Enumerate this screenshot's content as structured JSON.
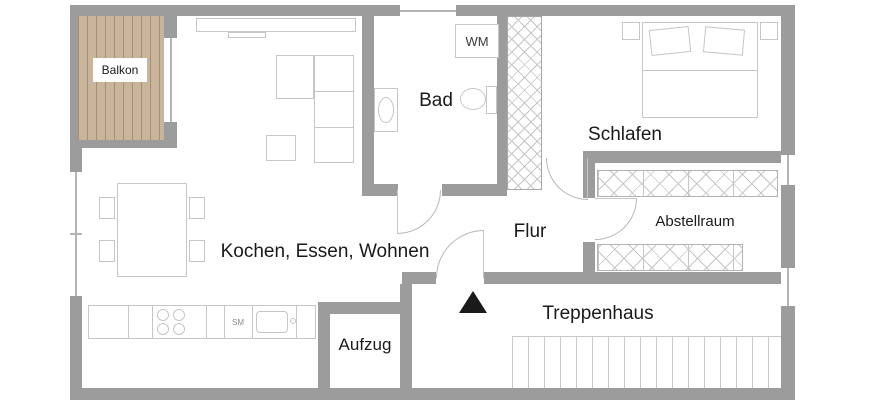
{
  "rooms": {
    "balkon": "Balkon",
    "wohnen": "Kochen, Essen, Wohnen",
    "bad": "Bad",
    "schlafen": "Schlafen",
    "abstellraum": "Abstellraum",
    "flur": "Flur",
    "aufzug": "Aufzug",
    "treppenhaus": "Treppenhaus"
  },
  "appliances": {
    "washing_machine": "WM",
    "dishwasher": "SM"
  },
  "colors": {
    "wall": "#9c9c9c",
    "furniture_line": "#c6c6c6",
    "door_line": "#b8b8b8",
    "window_line": "#b5b5b5",
    "hatch_line": "#c6c6c6",
    "wood": "#c9b49c",
    "wood_stripe": "#a78e70",
    "stair_line": "#c9c9c9",
    "marker": "#1a1a1a",
    "text": "#1a1a1a",
    "background": "#ffffff"
  }
}
